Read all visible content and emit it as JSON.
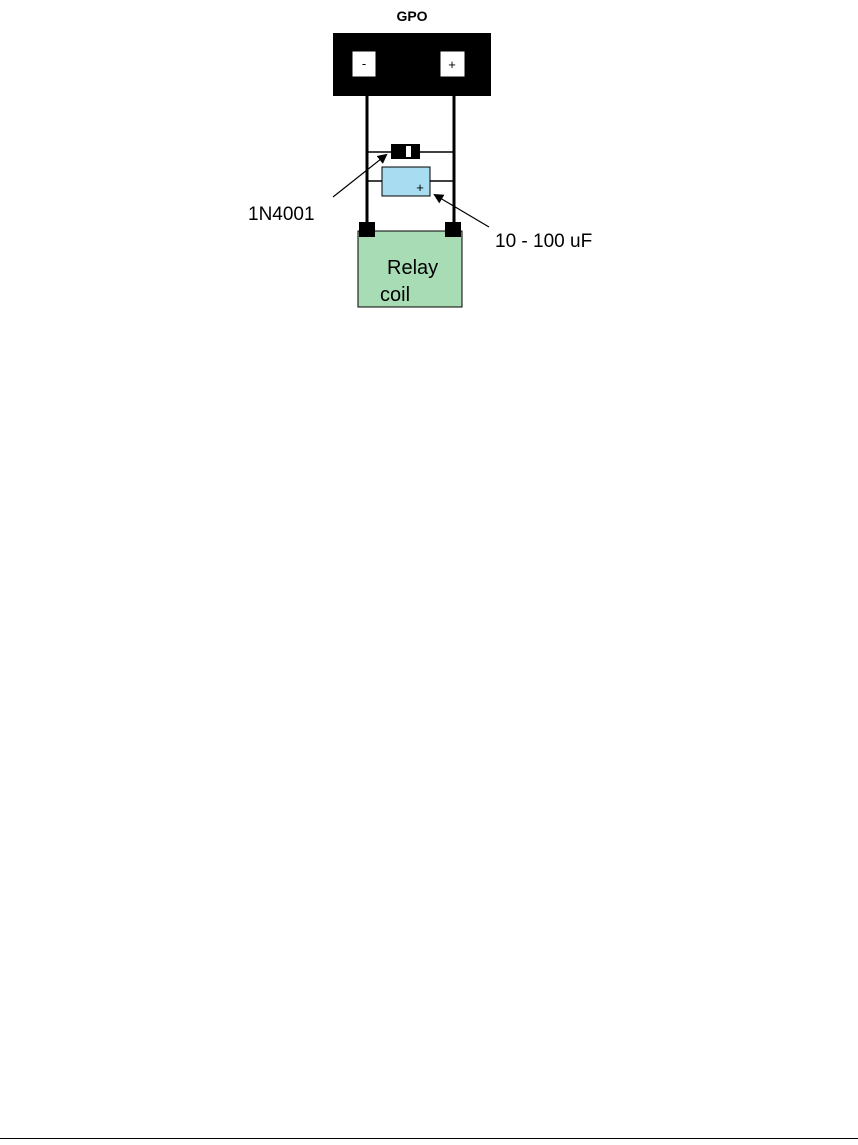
{
  "gpo": {
    "title": "GPO",
    "minus_label": "-",
    "plus_label": "+"
  },
  "diode": {
    "label": "1N4001"
  },
  "capacitor": {
    "label": "10 - 100 uF",
    "polarity": "+",
    "color": "#a8dcf0"
  },
  "relay": {
    "line1": "Relay",
    "line2": "coil",
    "color": "#a8dcb4"
  }
}
